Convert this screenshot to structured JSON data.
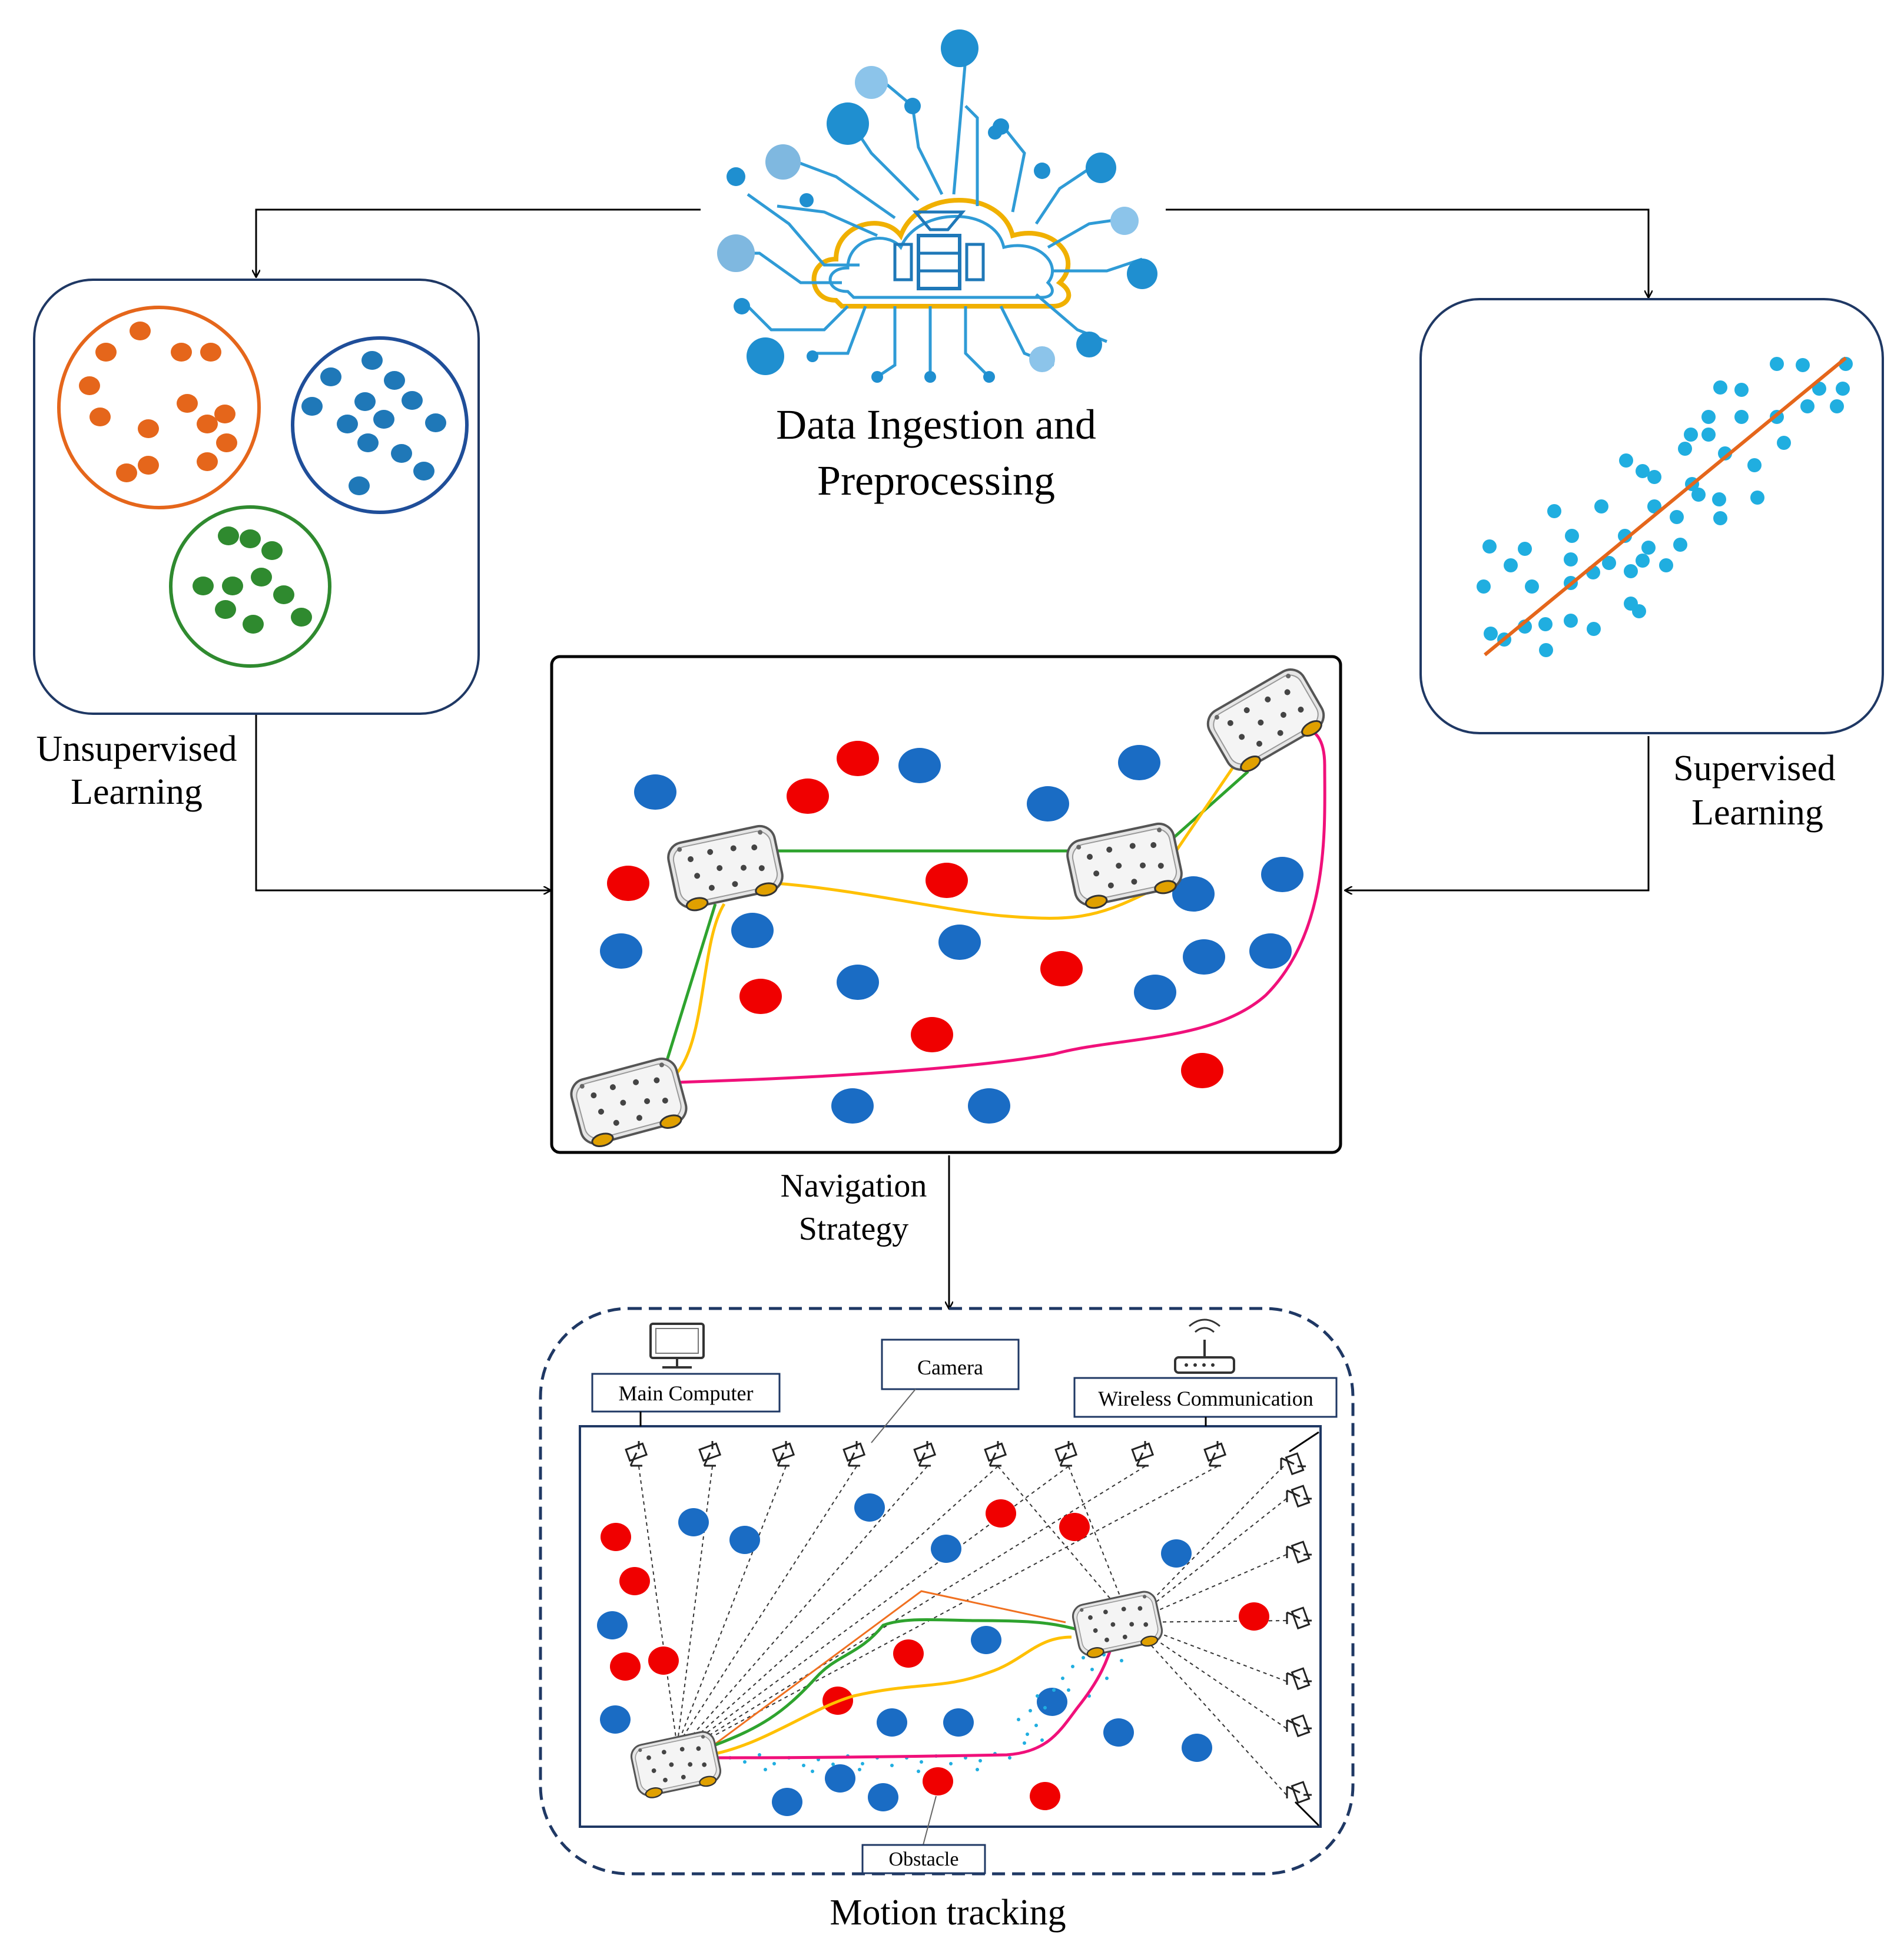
{
  "labels": {
    "data_ingestion_line1": "Data Ingestion and",
    "data_ingestion_line2": "Preprocessing",
    "unsupervised_line1": "Unsupervised",
    "unsupervised_line2": "Learning",
    "supervised_line1": "Supervised",
    "supervised_line2": "Learning",
    "navigation_line1": "Navigation",
    "navigation_line2": "Strategy",
    "motion_tracking": "Motion tracking"
  },
  "motion_panel": {
    "main_computer": "Main Computer",
    "camera": "Camera",
    "wireless": "Wireless Communication",
    "obstacle": "Obstacle"
  },
  "colors": {
    "cluster_orange": "#e5661b",
    "cluster_blue": "#1f78b8",
    "cluster_green": "#2f8a2f",
    "scatter_blue": "#20aee0",
    "regression_line": "#e5661b",
    "obstacle_red": "#f00000",
    "obstacle_blue": "#1a6cc4",
    "path_green": "#2ea32e",
    "path_yellow": "#ffc000",
    "path_pink": "#f0107a",
    "path_orange": "#f07020",
    "panel_border": "#1f3864"
  },
  "icons": {
    "cloud": "cloud-data-icon",
    "computer": "monitor-icon",
    "router": "wireless-router-icon",
    "camera": "camera-icon",
    "robot": "mobile-robot-icon"
  }
}
